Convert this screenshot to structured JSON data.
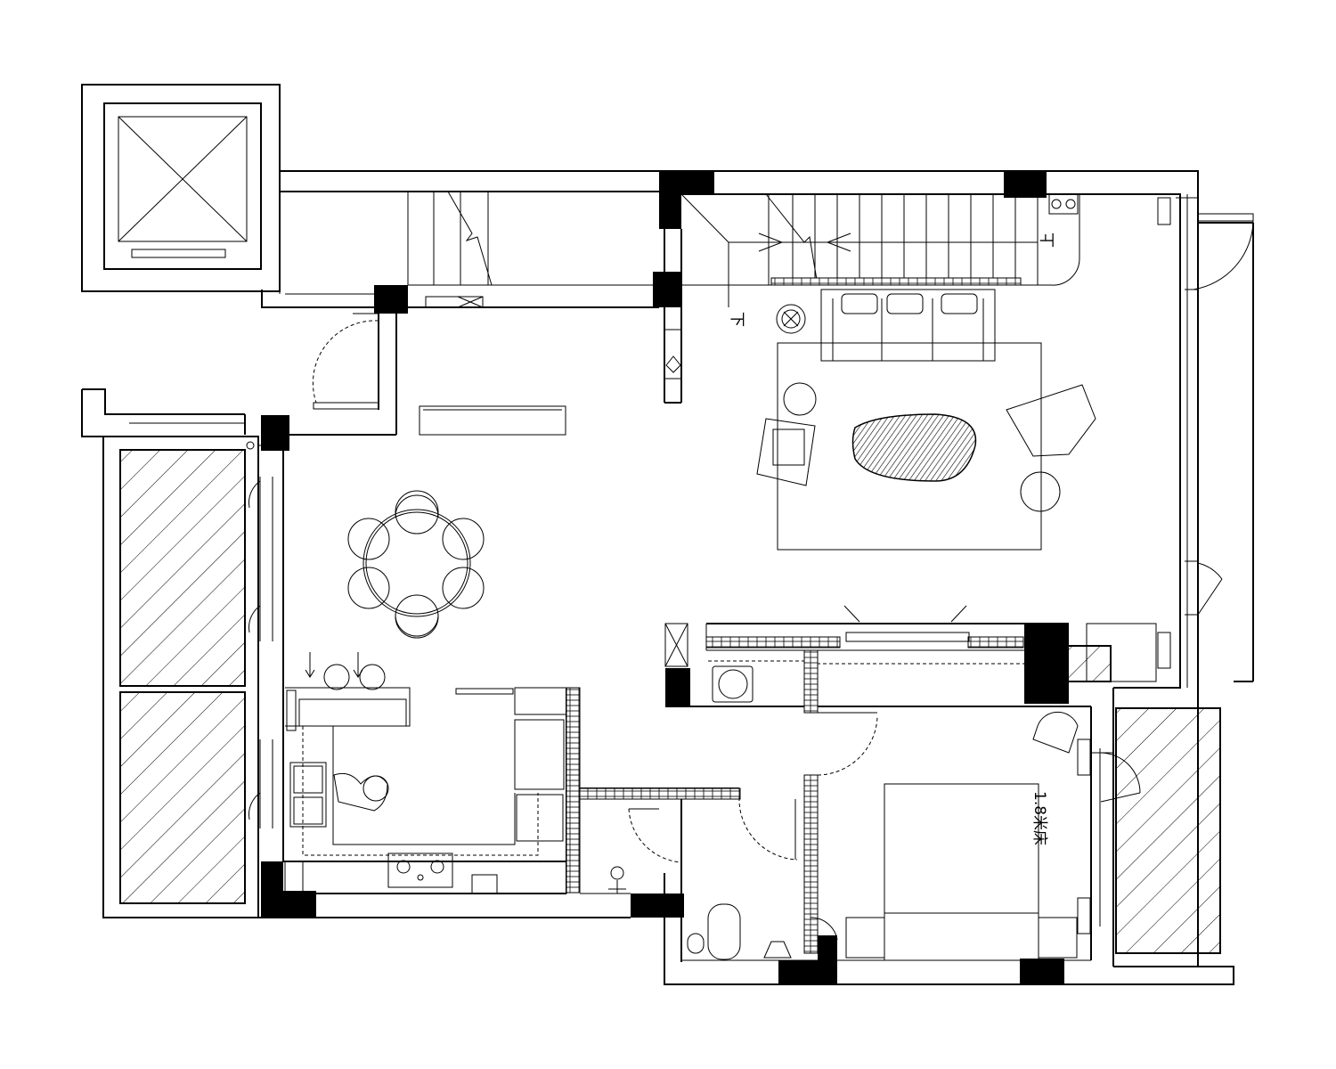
{
  "labels": {
    "stair_up": "上",
    "stair_down": "下",
    "bed_size": "1.8米床"
  }
}
